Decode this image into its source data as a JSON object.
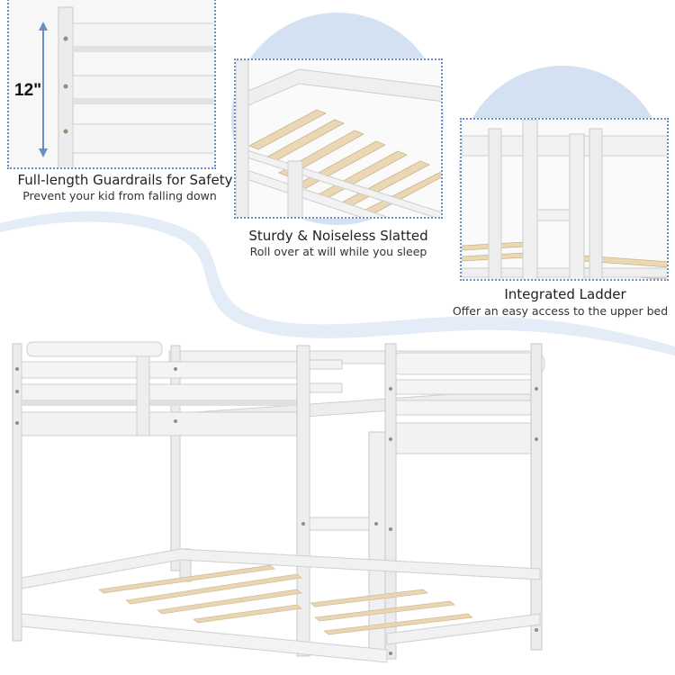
{
  "colors": {
    "accent": "#6a8fc4",
    "blob": "#d4e1f2",
    "wood_white": "#f3f3f3",
    "slat": "#e8d6b3"
  },
  "features": {
    "guardrails": {
      "measurement": "12\"",
      "title": "Full-length Guardrails for Safety",
      "subtitle": "Prevent your kid from falling down"
    },
    "slats": {
      "title": "Sturdy & Noiseless Slatted",
      "subtitle": "Roll over at will while you sleep"
    },
    "ladder": {
      "title": "Integrated Ladder",
      "subtitle": "Offer an easy access to the upper bed"
    }
  }
}
